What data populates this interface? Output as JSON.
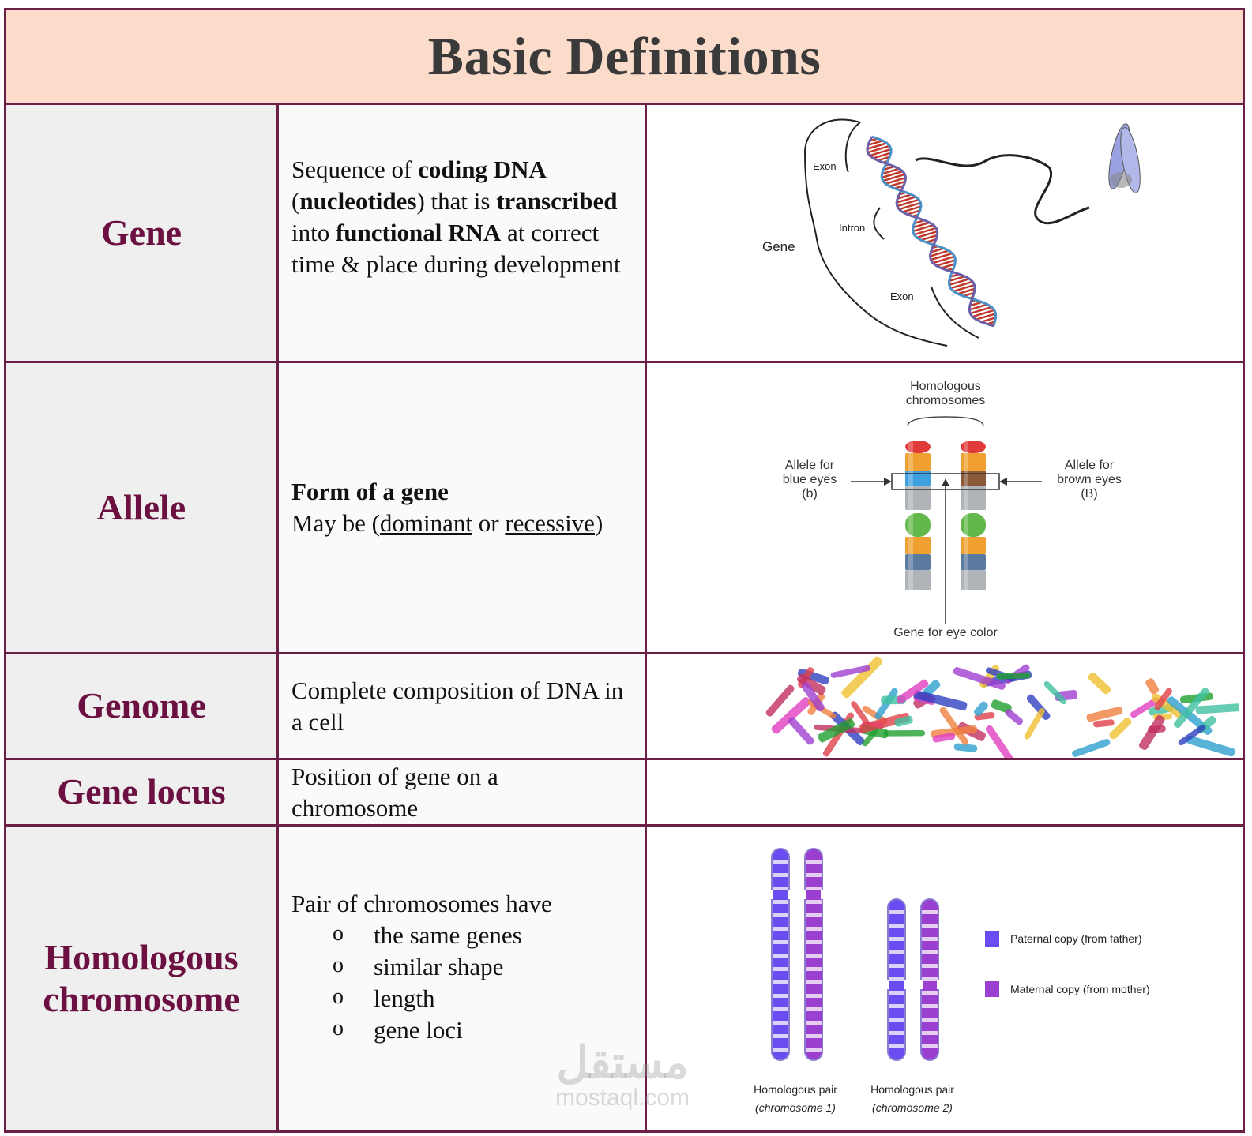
{
  "title": "Basic Definitions",
  "rows": [
    {
      "term": "Gene",
      "definition_parts": [
        {
          "t": "Sequence of "
        },
        {
          "t": "coding DNA",
          "b": true
        },
        {
          "t": " ("
        },
        {
          "t": "nucleotides",
          "b": true
        },
        {
          "t": ") that is "
        },
        {
          "t": "transcribed",
          "b": true
        },
        {
          "t": " into "
        },
        {
          "t": "functional RNA",
          "b": true
        },
        {
          "t": " at correct time & place during development"
        }
      ],
      "figure_labels": {
        "exon_top": "Exon",
        "intron": "Intron",
        "gene": "Gene",
        "exon_bottom": "Exon"
      }
    },
    {
      "term": "Allele",
      "definition_heading": "Form of a gene",
      "definition_parts": [
        {
          "t": "May be ("
        },
        {
          "t": "dominant",
          "u": true
        },
        {
          "t": " or "
        },
        {
          "t": "recessive",
          "u": true
        },
        {
          "t": ")"
        }
      ],
      "figure_labels": {
        "homologous_line1": "Homologous",
        "homologous_line2": "chromosomes",
        "left_line1": "Allele for",
        "left_line2": "blue eyes",
        "left_line3": "(b)",
        "right_line1": "Allele for",
        "right_line2": "brown eyes",
        "right_line3": "(B)",
        "bottom": "Gene for eye color"
      }
    },
    {
      "term": "Genome",
      "definition": "Complete composition of DNA in a cell"
    },
    {
      "term": "Gene locus",
      "definition": "Position of gene on a chromosome"
    },
    {
      "term_line1": "Homologous",
      "term_line2": "chromosome",
      "definition_intro": "Pair of chromosomes have",
      "bullets": [
        "the same genes",
        "similar shape",
        "length",
        "gene loci"
      ],
      "figure_labels": {
        "pair1_line1": "Homologous pair",
        "pair1_line2": "(chromosome 1)",
        "pair2_line1": "Homologous pair",
        "pair2_line2": "(chromosome 2)",
        "legend_paternal": "Paternal copy (from father)",
        "legend_maternal": "Maternal copy (from mother)"
      }
    }
  ],
  "colors": {
    "border": "#6b1f46",
    "term": "#6b1040",
    "title_bg": "#fbdccb",
    "paternal": "#6a4cf0",
    "maternal": "#9a3fd0"
  },
  "watermark": {
    "arabic": "مستقل",
    "latin": "mostaql.com"
  }
}
